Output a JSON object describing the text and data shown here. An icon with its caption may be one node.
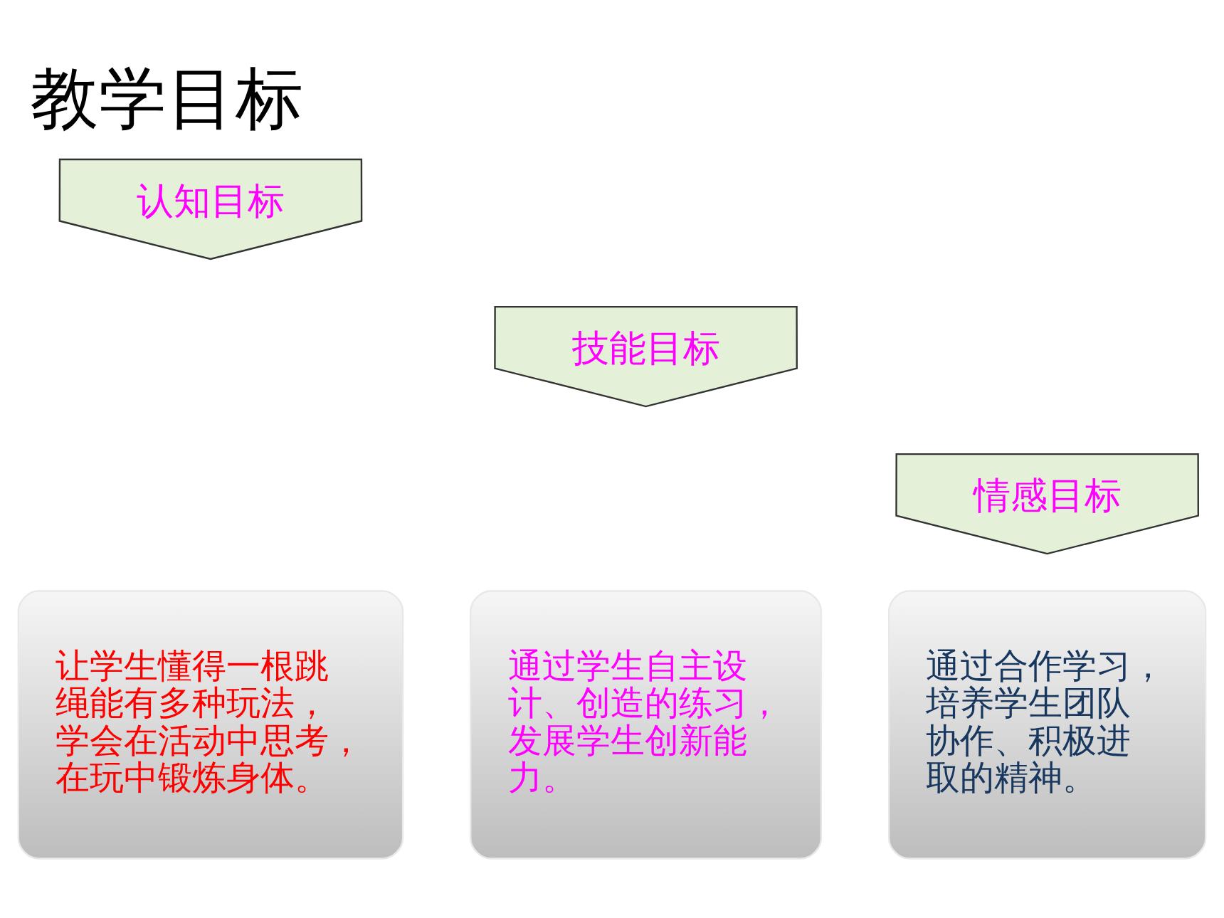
{
  "diagram": {
    "title": "教学目标",
    "nodes": [
      {
        "text": [
          "认知目标"
        ]
      },
      {
        "text": [
          "技能目标"
        ]
      },
      {
        "text": [
          "情感目标"
        ]
      },
      {
        "text": [
          "让学生懂得一根跳绳能有多种玩法，学会在活动中思考，在玩中锻炼身体。"
        ]
      },
      {
        "text": [
          "通过学生自主设计、创造的练习，发展学生创新能力。"
        ]
      },
      {
        "text": [
          "通过合作学习，培养学生团队协作、积极进取的精神。"
        ]
      }
    ]
  }
}
